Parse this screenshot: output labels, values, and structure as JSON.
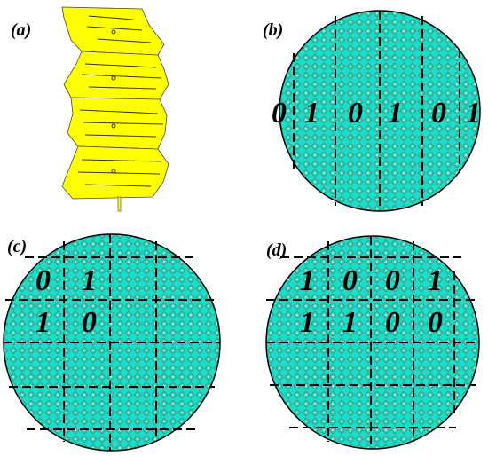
{
  "panels": {
    "a": {
      "label": "(a)"
    },
    "b": {
      "label": "(b)",
      "digits": [
        "0",
        "1",
        "0",
        "1",
        "0",
        "1"
      ]
    },
    "c": {
      "label": "(c)",
      "digits": [
        "0",
        "1",
        "1",
        "0"
      ]
    },
    "d": {
      "label": "(d)",
      "digits": [
        "1",
        "0",
        "0",
        "1",
        "1",
        "1",
        "0",
        "0"
      ]
    }
  },
  "colors": {
    "disk_fill": "#16e0cc",
    "pattern_line": "#5a8a7a",
    "strip_fill": "#ffff00",
    "grid_line": "#000000"
  }
}
